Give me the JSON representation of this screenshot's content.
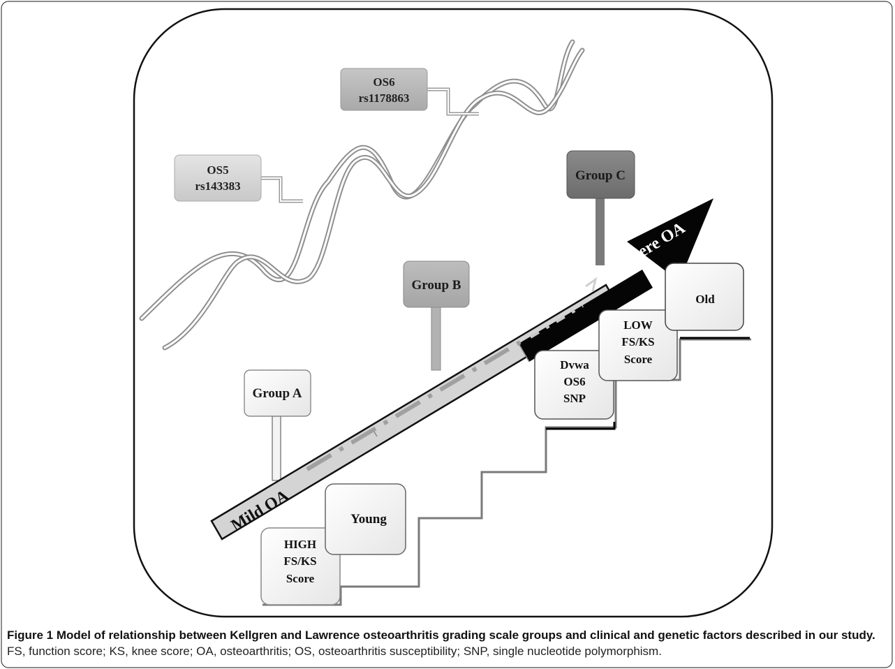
{
  "figure": {
    "labels": {
      "os5": [
        "OS5",
        "rs143383"
      ],
      "os6": [
        "OS6",
        "rs1178863"
      ],
      "group_a": "Group A",
      "group_b": "Group B",
      "group_c": "Group C",
      "mild": "Mild OA",
      "severe": "Severe OA",
      "high_score": [
        "HIGH",
        "FS/KS",
        "Score"
      ],
      "young": "Young",
      "dvwa": [
        "Dvwa",
        "OS6",
        "SNP"
      ],
      "low_score": [
        "LOW",
        "FS/KS",
        "Score"
      ],
      "old": "Old"
    }
  },
  "caption": {
    "title": "Figure 1 Model of relationship between Kellgren and Lawrence osteoarthritis grading scale groups and clinical and genetic factors described in our study.",
    "body": "FS, function score; KS, knee score; OA, osteoarthritis; OS, osteoarthritis susceptibility; SNP, single nucleotide polymorphism."
  }
}
